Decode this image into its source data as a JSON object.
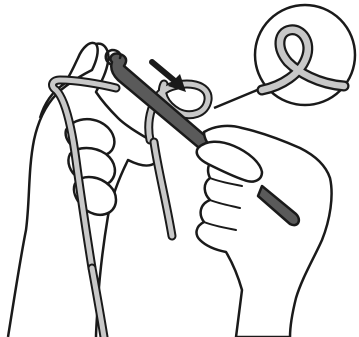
{
  "figure": {
    "subject": "crochet-slip-knot-step",
    "elements": [
      "left-hand",
      "right-hand",
      "crochet-hook",
      "yarn",
      "direction-arrow",
      "loop-detail-inset"
    ]
  },
  "colors": {
    "background": "#ffffff",
    "outline": "#1a1a1a",
    "hand_fill": "#ffffff",
    "hook_fill": "#5a5a5a",
    "yarn_fill": "#c8c8c8",
    "arrow_fill": "#1a1a1a"
  }
}
